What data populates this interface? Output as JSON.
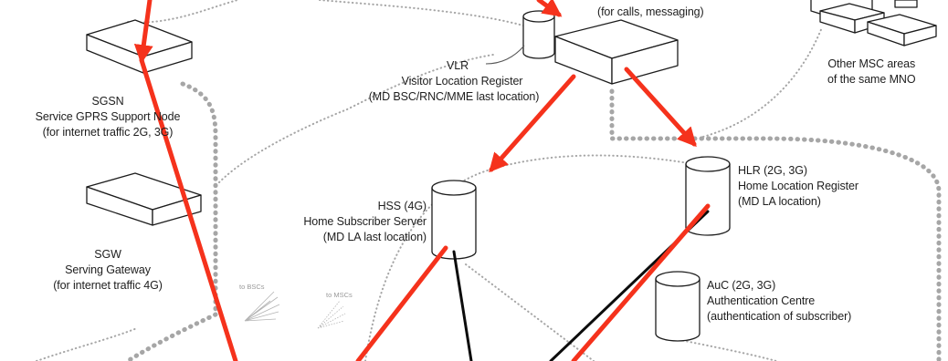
{
  "nodes": {
    "msc": {
      "subtitle": "(for calls, messaging)"
    },
    "other_msc": {
      "line1": "Other MSC areas",
      "line2": "of the same MNO"
    },
    "vlr": {
      "abbr": "VLR",
      "name": "Visitor Location Register",
      "detail": "(MD BSC/RNC/MME last location)"
    },
    "sgsn": {
      "abbr": "SGSN",
      "name": "Service GPRS Support Node",
      "detail": "(for internet traffic 2G, 3G)"
    },
    "sgw": {
      "abbr": "SGW",
      "name": "Serving Gateway",
      "detail": "(for internet traffic 4G)"
    },
    "hss": {
      "abbr": "HSS (4G)",
      "name": "Home Subscriber Server",
      "detail": "(MD LA last location)"
    },
    "hlr": {
      "abbr": "HLR (2G, 3G)",
      "name": "Home Location Register",
      "detail": "(MD LA location)"
    },
    "auc": {
      "abbr": "AuC (2G, 3G)",
      "name": "Authentication Centre",
      "detail": "(authentication of subscriber)"
    }
  },
  "fan_labels": {
    "bscs": "to BSCs",
    "mscs": "to MSCs"
  },
  "colors": {
    "arrow": "#f5321c",
    "link": "#0c0c0c",
    "dotted": "#a6a6a6",
    "outline": "#1c1c1c"
  }
}
